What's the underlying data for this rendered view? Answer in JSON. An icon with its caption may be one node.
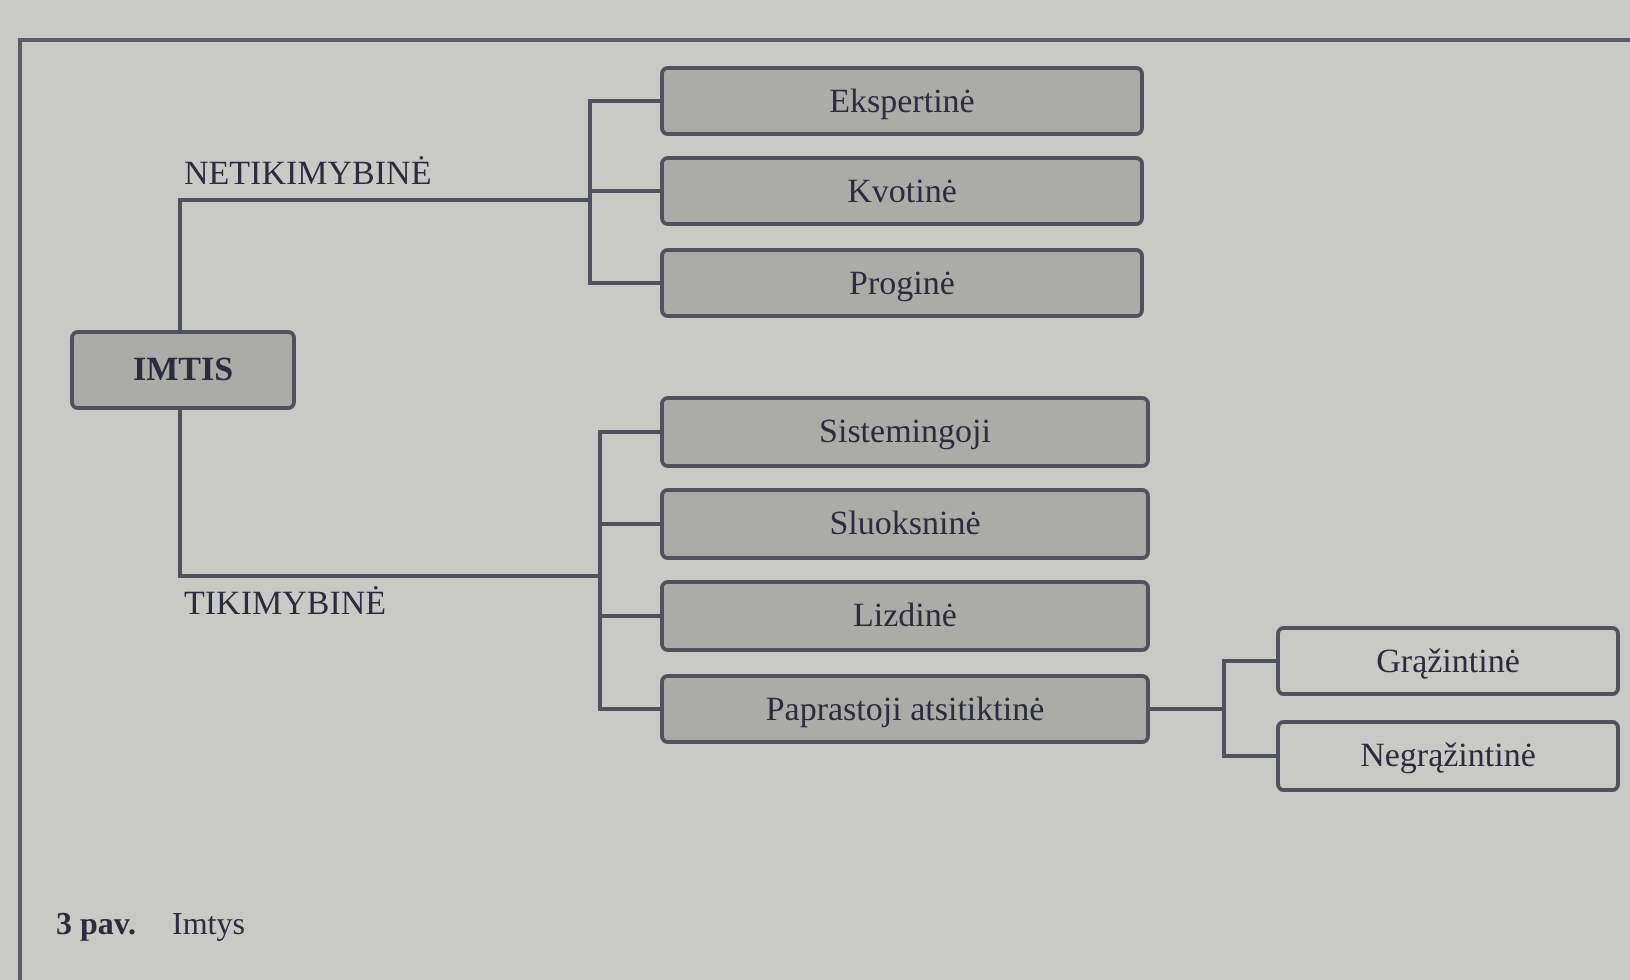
{
  "diagram": {
    "caption": "**3 pav.** Imtys",
    "nodes": [
      {
        "text": [
          "IMTIS"
        ]
      },
      {
        "text": [
          "NETIKIMYBINĖ"
        ]
      },
      {
        "text": [
          "Ekspertinė"
        ]
      },
      {
        "text": [
          "Kvotinė"
        ]
      },
      {
        "text": [
          "Proginė"
        ]
      },
      {
        "text": [
          "TIKIMYBINĖ"
        ]
      },
      {
        "text": [
          "Sistemingoji"
        ]
      },
      {
        "text": [
          "Sluoksninė"
        ]
      },
      {
        "text": [
          "Lizdinė"
        ]
      },
      {
        "text": [
          "Paprastoji atsitiktinė"
        ]
      },
      {
        "text": [
          "Grąžintinė"
        ]
      },
      {
        "text": [
          "Negrąžintinė"
        ]
      }
    ],
    "edges": [
      {
        "from": 0,
        "to": 1,
        "arrow": "none"
      },
      {
        "from": 1,
        "to": 2,
        "arrow": "none"
      },
      {
        "from": 1,
        "to": 3,
        "arrow": "none"
      },
      {
        "from": 1,
        "to": 4,
        "arrow": "none"
      },
      {
        "from": 0,
        "to": 5,
        "arrow": "none"
      },
      {
        "from": 5,
        "to": 6,
        "arrow": "none"
      },
      {
        "from": 5,
        "to": 7,
        "arrow": "none"
      },
      {
        "from": 5,
        "to": 8,
        "arrow": "none"
      },
      {
        "from": 5,
        "to": 9,
        "arrow": "none"
      },
      {
        "from": 9,
        "to": 10,
        "arrow": "none"
      },
      {
        "from": 9,
        "to": 11,
        "arrow": "none"
      }
    ]
  }
}
